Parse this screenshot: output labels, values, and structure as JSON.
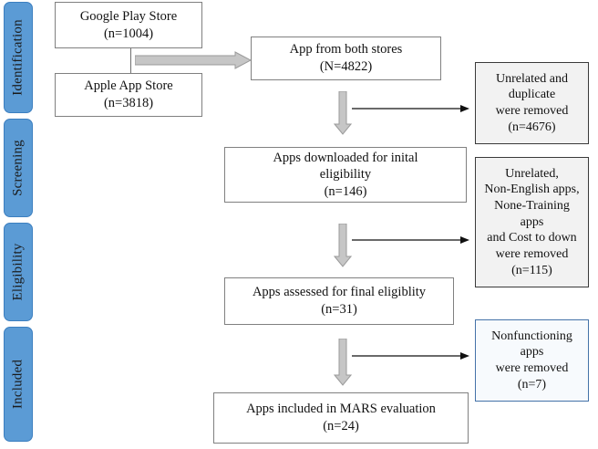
{
  "diagram": {
    "title": "PRISMA app selection flow diagram",
    "type": "flowchart",
    "colors": {
      "phase_fill": "#5B9BD5",
      "phase_border": "#3C7FC0",
      "box_border": "#808080",
      "exclusion_fill": "#F2F2F2",
      "exclusion_border": "#3A3A3A",
      "exclusion_blue_border": "#4472A8",
      "arrow_gray": "#BFBFBF",
      "arrow_black": "#000000"
    }
  },
  "phases": [
    {
      "id": "identification",
      "label": "Identification"
    },
    {
      "id": "screening",
      "label": "Screening"
    },
    {
      "id": "eligibility",
      "label": "Eligibility"
    },
    {
      "id": "included",
      "label": "Included"
    }
  ],
  "sources": [
    {
      "id": "google-play-store",
      "lines": [
        "Google Play Store",
        "(n=1004)"
      ],
      "name": "Google Play Store",
      "count": "n=1004"
    },
    {
      "id": "apple-app-store",
      "lines": [
        "Apple App Store",
        "(n=3818)"
      ],
      "name": "Apple App Store",
      "count": "n=3818"
    }
  ],
  "flow": [
    {
      "id": "both-stores",
      "lines": [
        "App from both stores",
        "(N=4822)"
      ],
      "count": "N=4822"
    },
    {
      "id": "downloaded-initial-eligibility",
      "lines": [
        "Apps downloaded for inital",
        "eligibility",
        "(n=146)"
      ],
      "count": "n=146"
    },
    {
      "id": "assessed-final-eligibility",
      "lines": [
        "Apps assessed for final eligiblity",
        "(n=31)"
      ],
      "count": "n=31"
    },
    {
      "id": "included-mars",
      "lines": [
        "Apps included in MARS evaluation",
        "(n=24)"
      ],
      "count": "n=24"
    }
  ],
  "exclusions": [
    {
      "id": "unrelated-duplicate",
      "lines": [
        "Unrelated and",
        "duplicate",
        "were removed",
        "(n=4676)"
      ],
      "count": "n=4676"
    },
    {
      "id": "unrelated-nonenglish-cost",
      "lines": [
        "Unrelated,",
        "Non-English apps,",
        "None-Training",
        "apps",
        "and Cost to down",
        "were removed",
        "(n=115)"
      ],
      "count": "n=115"
    },
    {
      "id": "nonfunctioning",
      "lines": [
        "Nonfunctioning",
        "apps",
        "were removed",
        "(n=7)"
      ],
      "count": "n=7"
    }
  ]
}
